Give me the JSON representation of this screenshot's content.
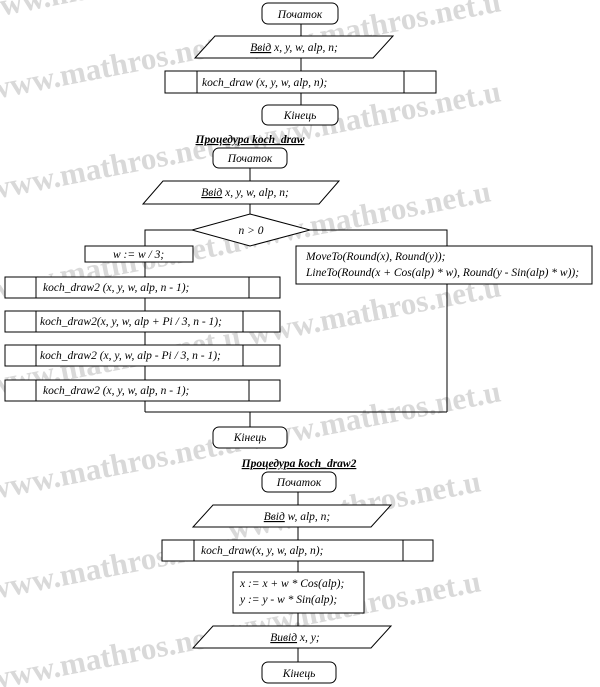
{
  "watermark": "www.mathros.net.u",
  "main": {
    "start": "Початок",
    "input_kw": "Ввід",
    "input_rest": " x, y, w, alp, n;",
    "call": "koch_draw (x, y, w, alp, n);",
    "end": "Кінець"
  },
  "proc1": {
    "title": "Процедура koch_draw",
    "start": "Початок",
    "input_kw": "Ввід",
    "input_rest": " x, y, w, alp, n;",
    "condition": "n > 0",
    "assign": "w := w / 3;",
    "call1": "koch_draw2 (x, y, w, alp, n - 1);",
    "call2": "koch_draw2(x, y, w, alp + Pi / 3, n - 1);",
    "call3": "koch_draw2 (x, y, w, alp - Pi / 3, n - 1);",
    "call4": "koch_draw2 (x, y, w, alp, n - 1);",
    "else_line1": "MoveTo(Round(x), Round(y));",
    "else_line2": "LineTo(Round(x + Cos(alp) * w), Round(y - Sin(alp) * w));",
    "end": "Кінець"
  },
  "proc2": {
    "title": "Процедура koch_draw2",
    "start": "Початок",
    "input_kw": "Ввід",
    "input_rest": " w, alp, n;",
    "call": "koch_draw(x, y, w, alp, n);",
    "assign_x": "x := x + w * Cos(alp);",
    "assign_y": "y := y - w * Sin(alp);",
    "output_kw": "Вивід",
    "output_rest": " x, y;",
    "end": "Кінець"
  }
}
